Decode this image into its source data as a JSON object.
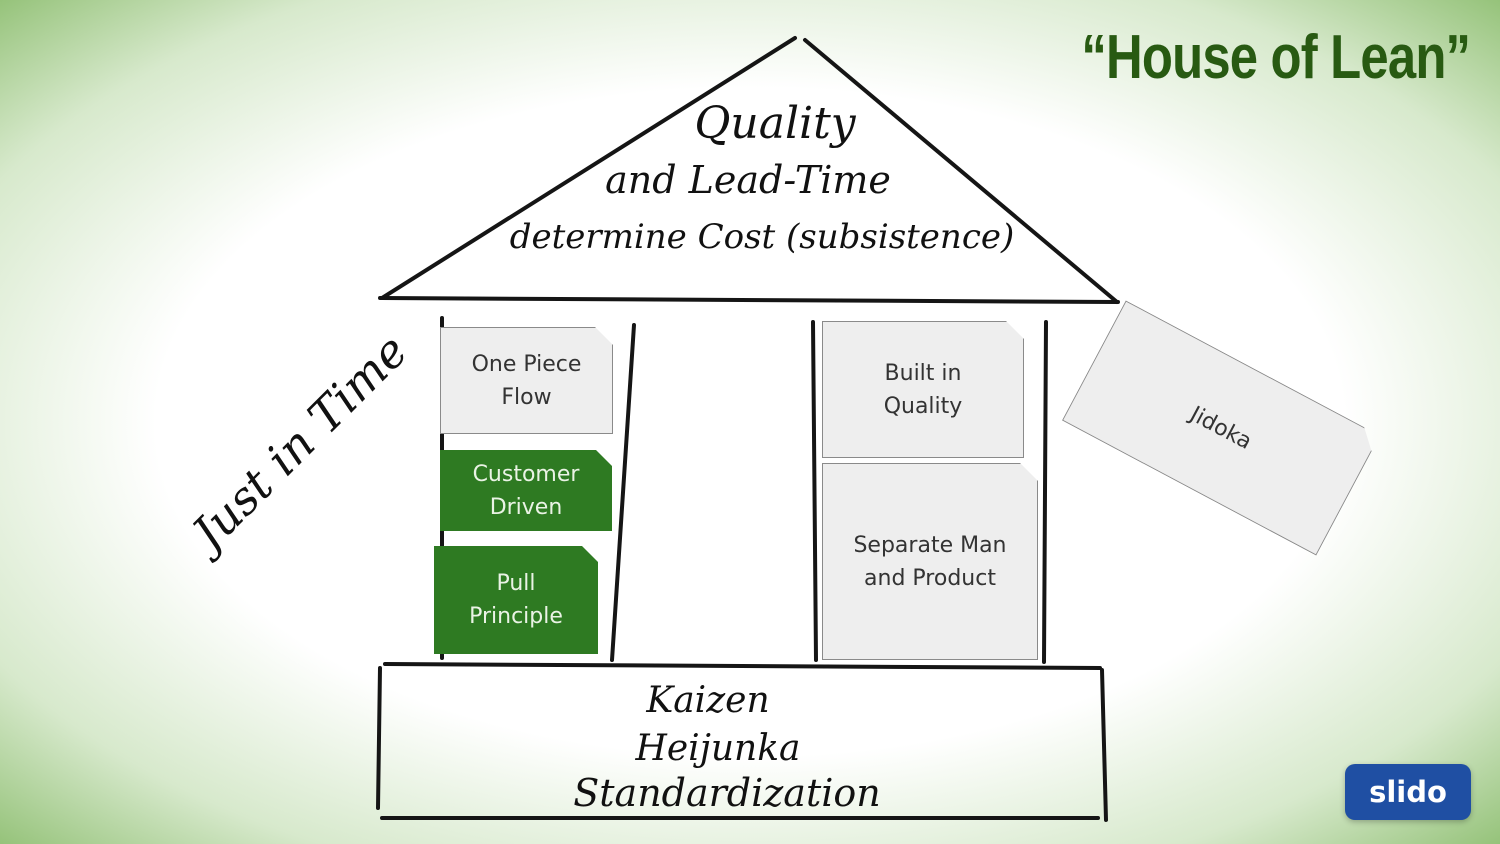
{
  "title": "“House of Lean”",
  "roof": {
    "line1": "Quality",
    "line2": "and Lead-Time",
    "line3": "determine Cost (subsistence)"
  },
  "left_pillar": {
    "label": "Just in Time",
    "cards": [
      {
        "text": "One Piece\nFlow",
        "style": "gray"
      },
      {
        "text": "Customer\nDriven",
        "style": "green"
      },
      {
        "text": "Pull\nPrinciple",
        "style": "green"
      }
    ]
  },
  "right_pillar": {
    "cards": [
      {
        "text": "Built in\nQuality",
        "style": "gray"
      },
      {
        "text": "Separate Man\nand Product",
        "style": "gray"
      },
      {
        "text": "Jidoka",
        "style": "gray"
      }
    ]
  },
  "foundation": {
    "line1": "Kaizen",
    "line2": "Heijunka",
    "line3": "Standardization"
  },
  "badge": "slido",
  "colors": {
    "title": "#285a12",
    "green_card": "#2e7a22",
    "gray_card": "#eeeeee",
    "background_wash": "#8fbf72",
    "badge": "#1f4fa3"
  }
}
